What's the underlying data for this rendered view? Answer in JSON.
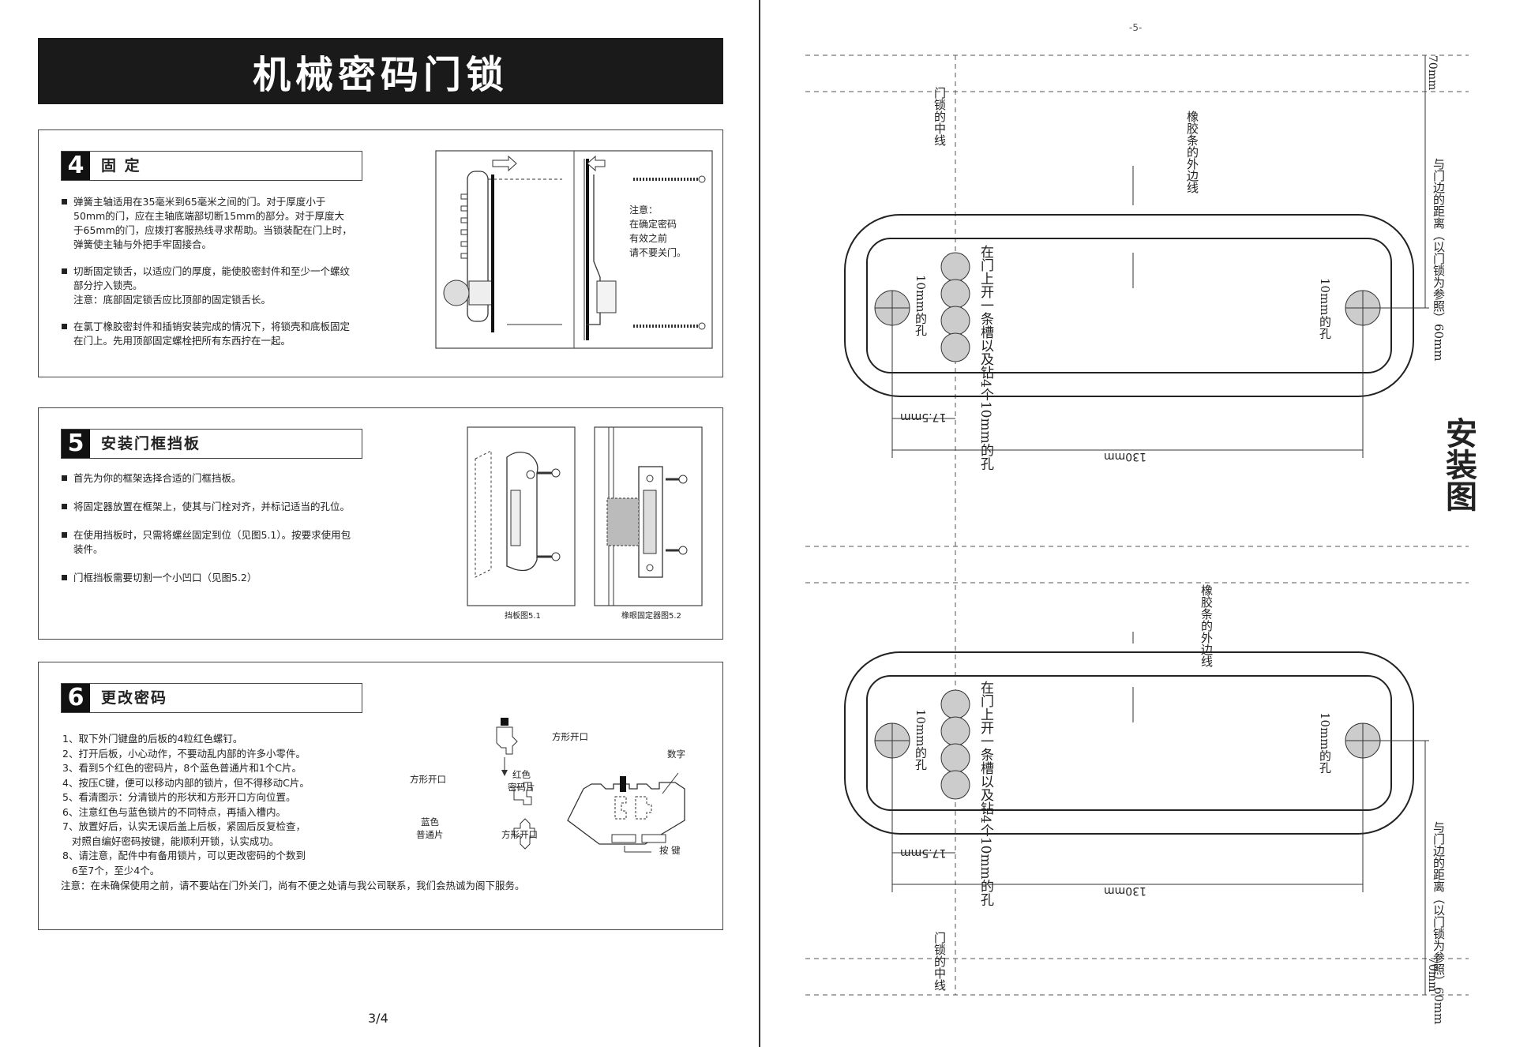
{
  "left_page": {
    "title": "机械密码门锁",
    "page_number": "3/4",
    "section4": {
      "number": "4",
      "title": "固 定",
      "bullets": [
        "弹簧主轴适用在35毫米到65毫米之间的门。对于厚度小于50mm的门，应在主轴底端部切断15mm的部分。对于厚度大于65mm的门，应拨打客服热线寻求帮助。当锁装配在门上时，弹簧使主轴与外把手牢固接合。",
        "切断固定锁舌，以适应门的厚度，能使胶密封件和至少一个螺纹部分拧入锁壳。",
        "注意：底部固定锁舌应比顶部的固定锁舌长。",
        "在氯丁橡胶密封件和插销安装完成的情况下，将锁壳和底板固定在门上。先用顶部固定螺栓把所有东西拧在一起。"
      ],
      "note_lines": [
        "注意：",
        "在确定密码",
        "有效之前",
        "请不要关门。"
      ]
    },
    "section5": {
      "number": "5",
      "title": "安装门框挡板",
      "bullets": [
        "首先为你的框架选择合适的门框挡板。",
        "将固定器放置在框架上，使其与门栓对齐，并标记适当的孔位。",
        "在使用挡板时，只需将螺丝固定到位（见图5.1）。按要求使用包装件。",
        "门框挡板需要切割一个小凹口（见图5.2）"
      ],
      "fig1_caption": "挡板图5.1",
      "fig2_caption": "橡眼固定器图5.2"
    },
    "section6": {
      "number": "6",
      "title": "更改密码",
      "steps": [
        "1、取下外门键盘的后板的4粒红色螺钉。",
        "2、打开后板，小心动作，不要动乱内部的许多小零件。",
        "3、看到5个红色的密码片，8个蓝色普通片和1个C片。",
        "4、按压C键，便可以移动内部的锁片，但不得移动C片。",
        "5、看清图示：分清锁片的形状和方形开口方向位置。",
        "6、注意红色与蓝色锁片的不同特点，再插入槽内。",
        "7、放置好后，认实无误后盖上后板，紧固后反复检查，",
        "   对照自编好密码按键，能顺利开锁，认实成功。",
        "8、请注意，配件中有备用锁片，可以更改密码的个数到",
        "   6至7个，至少4个。"
      ],
      "note": "注意：在未确保使用之前，请不要站在门外关门，尚有不便之处请与我公司联系，我们会热诚为阁下服务。",
      "labels": {
        "square_open_1": "方形开口",
        "red": "红色",
        "code_piece": "密码片",
        "square_open_2": "方形开口",
        "blue": "蓝色",
        "normal_piece": "普通片",
        "square_open_3": "方形开口",
        "digit": "数字",
        "button": "按 键"
      }
    }
  },
  "right_page": {
    "page_number": "-5-",
    "title": "安装图",
    "upper": {
      "door_center": "门锁的中线",
      "rubber_edge": "橡胶条的外边线",
      "slot_text": "在门上开一条槽以及钻4个10mm的孔",
      "hole_left": "10mm的孔",
      "hole_right": "10mm的孔",
      "dim_17": "17.5mm",
      "dim_130": "130mm",
      "dim_70": "70mm",
      "dist_edge": "与门边的距离（以门锁为参照）60mm"
    },
    "lower": {
      "door_center": "门锁的中线",
      "rubber_edge": "橡胶条的外边线",
      "slot_text": "在门上开一条槽以及钻4个10mm的孔",
      "hole_left": "10mm的孔",
      "hole_right": "10mm的孔",
      "dim_17": "17.5mm",
      "dim_130": "130mm",
      "dim_70": "70mm",
      "dist_edge": "与门边的距离（以门锁为参照）60mm"
    }
  }
}
